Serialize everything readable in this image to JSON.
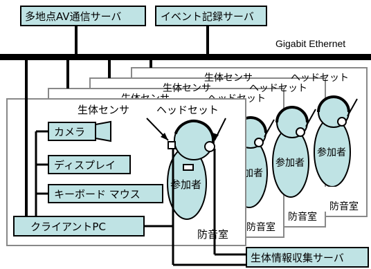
{
  "servers": {
    "av_server": "多地点AV通信サーバ",
    "event_server": "イベント記録サーバ",
    "bio_server": "生体情報収集サーバ"
  },
  "network": {
    "label": "Gigabit Ethernet"
  },
  "devices": {
    "camera": "カメラ",
    "display": "ディスプレイ",
    "keyboard_mouse": "キーボード マウス",
    "client_pc": "クライアントPC"
  },
  "room": {
    "label": "防音室",
    "participant": "参加者",
    "sensor_label": "生体センサ",
    "headset_label": "ヘッドセット"
  },
  "colors": {
    "fill": "#bfe3e4",
    "line": "#000000",
    "frame": "#888888"
  }
}
